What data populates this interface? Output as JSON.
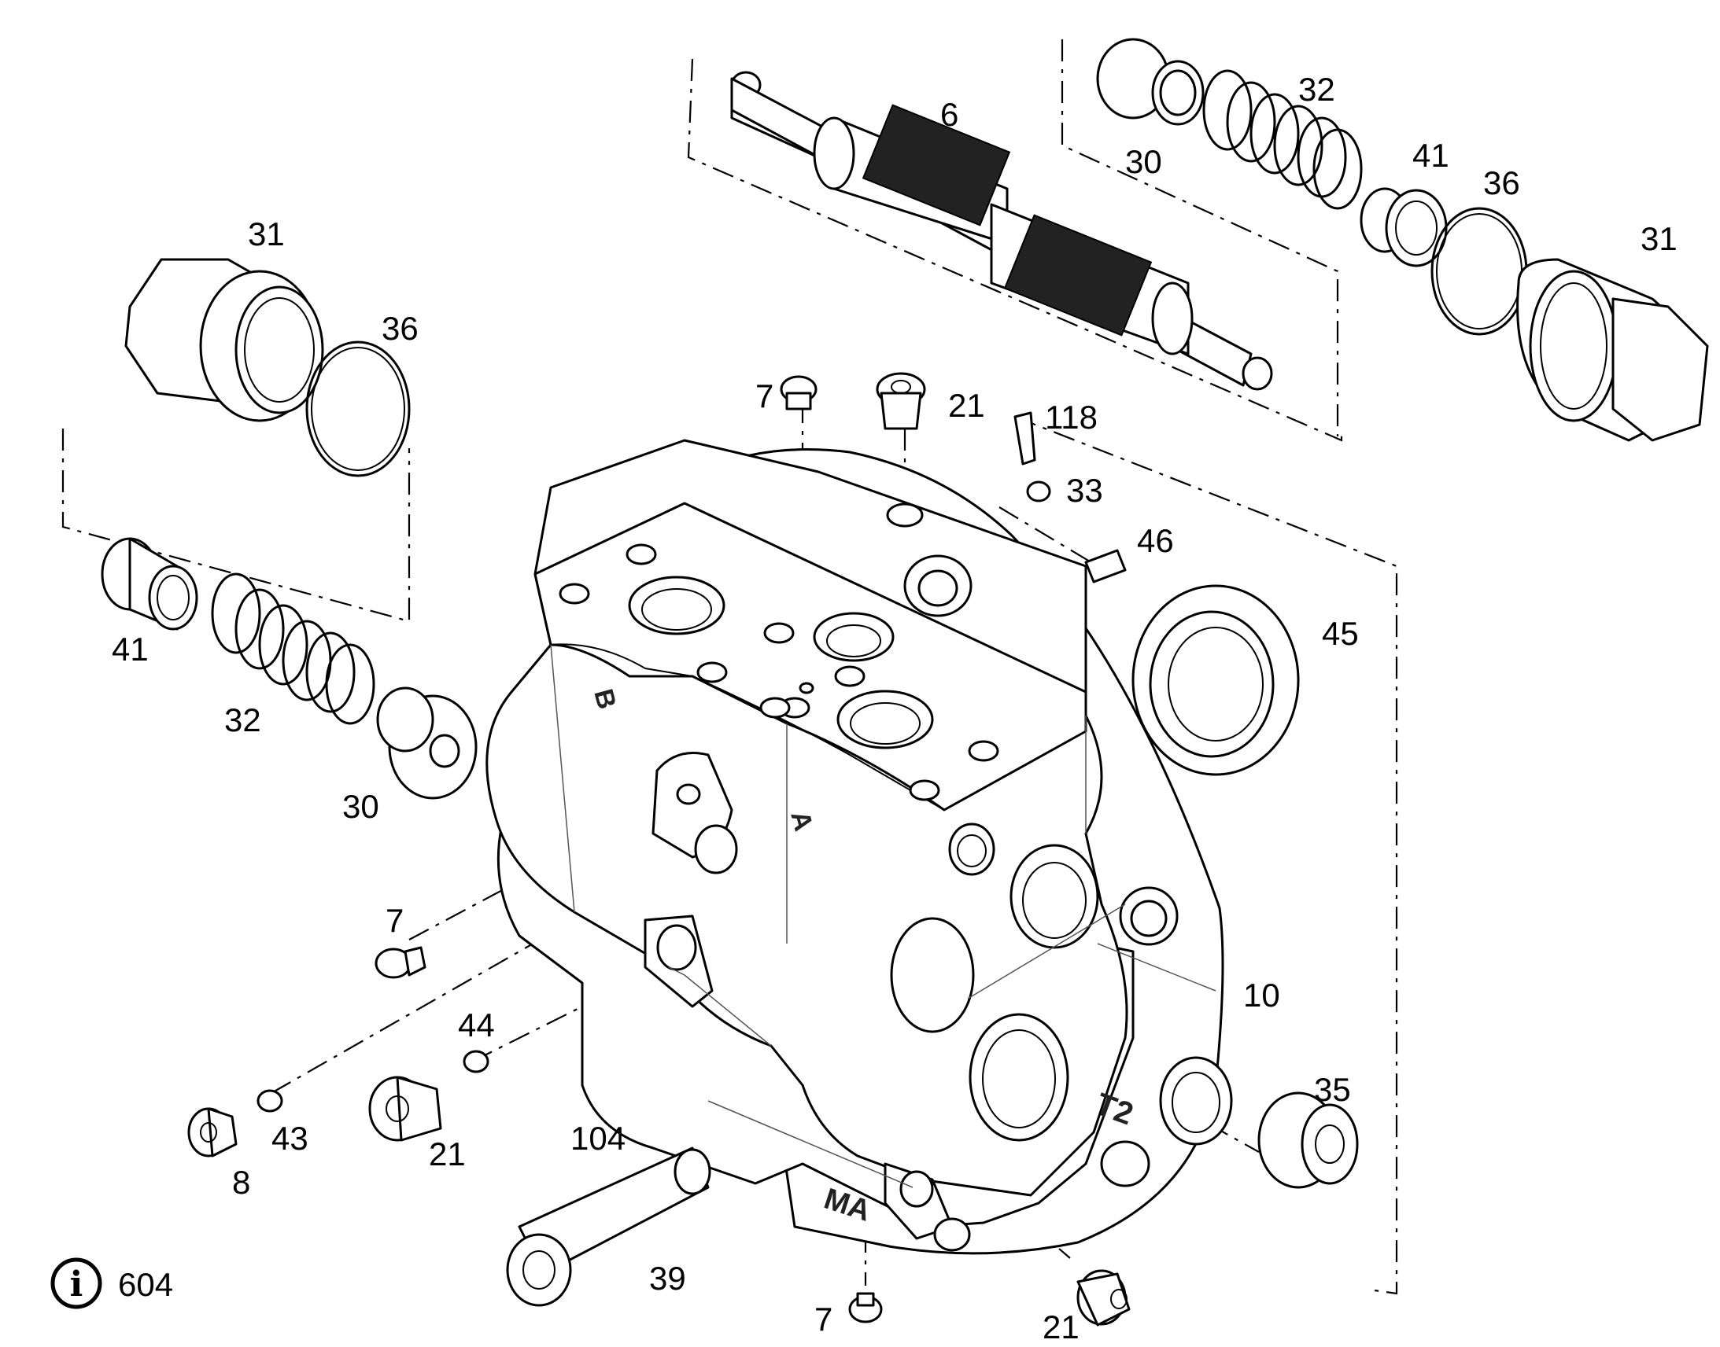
{
  "diagram": {
    "callouts": {
      "c6": "6",
      "c32_top": "32",
      "c30_top": "30",
      "c41_top": "41",
      "c36_top": "36",
      "c31_right": "31",
      "c31_left": "31",
      "c36_left": "36",
      "c41_left": "41",
      "c32_left": "32",
      "c30_left": "30",
      "c7_top": "7",
      "c21_top": "21",
      "c118": "118",
      "c33": "33",
      "c46": "46",
      "c45": "45",
      "c7_left": "7",
      "c10": "10",
      "c44": "44",
      "c35": "35",
      "c43": "43",
      "c21_left": "21",
      "c104": "104",
      "c8": "8",
      "c39": "39",
      "c7_bottom": "7",
      "c21_bottom": "21",
      "c604": "604"
    },
    "port_markings": {
      "port_b": "B",
      "port_a": "A",
      "port_t2": "T2",
      "port_ma": "MA"
    },
    "icons": {
      "info": "info-icon",
      "info_glyph": "i"
    }
  }
}
